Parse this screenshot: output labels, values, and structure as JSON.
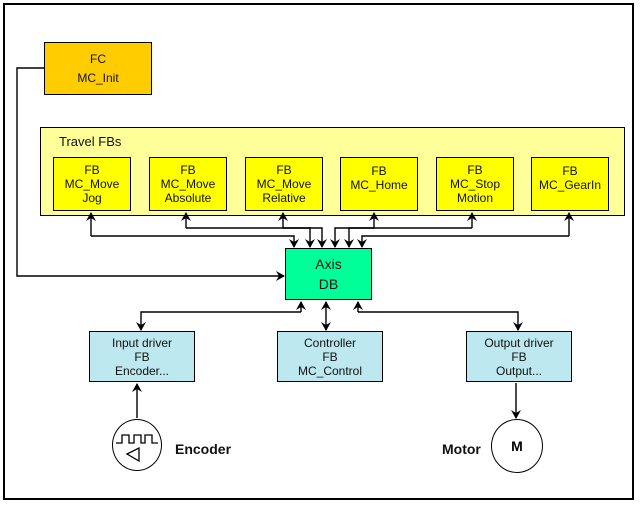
{
  "fc_block": {
    "type": "FC",
    "name": "MC_Init",
    "color": "#ffcc00"
  },
  "travel_group": {
    "title": "Travel FBs",
    "color": "#ffff99",
    "blocks": [
      {
        "type": "FB",
        "line1": "MC_Move",
        "line2": "Jog"
      },
      {
        "type": "FB",
        "line1": "MC_Move",
        "line2": "Absolute"
      },
      {
        "type": "FB",
        "line1": "MC_Move",
        "line2": "Relative"
      },
      {
        "type": "FB",
        "line1": "MC_Home",
        "line2": ""
      },
      {
        "type": "FB",
        "line1": "MC_Stop",
        "line2": "Motion"
      },
      {
        "type": "FB",
        "line1": "MC_GearIn",
        "line2": ""
      }
    ],
    "block_color": "#ffff00"
  },
  "axis_db": {
    "line1": "Axis",
    "line2": "DB",
    "color": "#00ff99"
  },
  "drivers": {
    "color": "#bde8f0",
    "input": {
      "line1": "Input driver",
      "line2": "FB",
      "line3": "Encoder..."
    },
    "controller": {
      "line1": "Controller",
      "line2": "FB",
      "line3": "MC_Control"
    },
    "output": {
      "line1": "Output driver",
      "line2": "FB",
      "line3": "Output..."
    }
  },
  "encoder": {
    "label": "Encoder",
    "icon": "encoder-icon"
  },
  "motor": {
    "label": "Motor",
    "symbol": "M",
    "icon": "motor-icon"
  }
}
